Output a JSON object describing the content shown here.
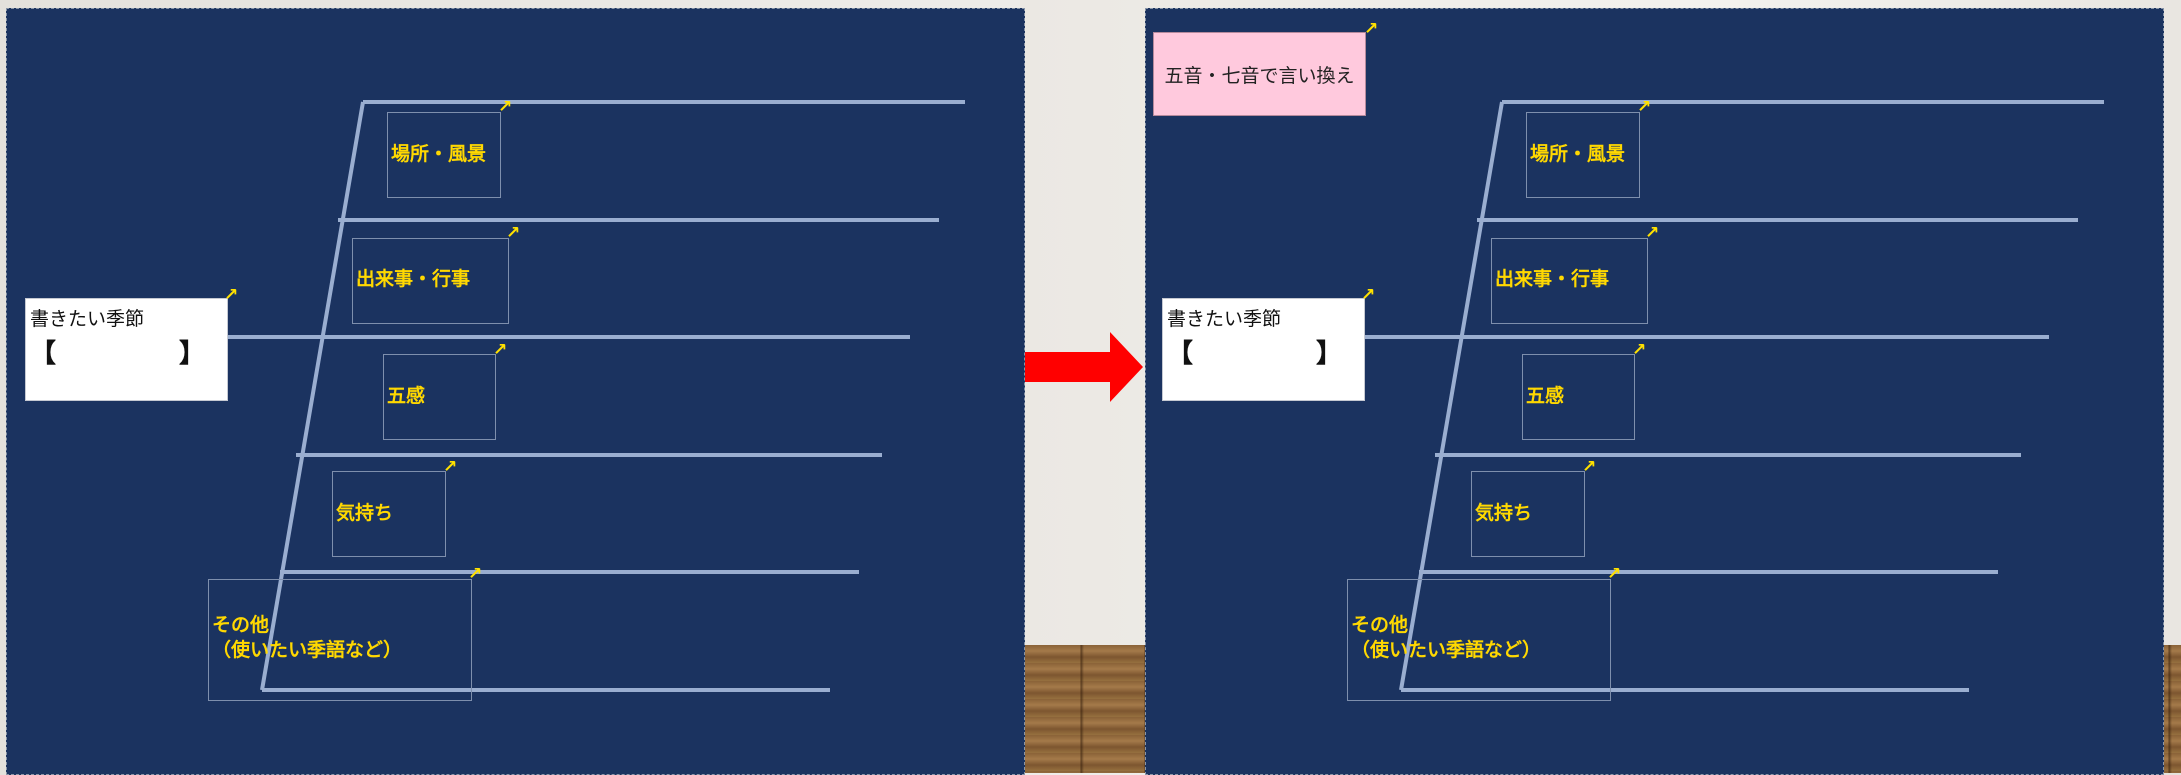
{
  "slides": [
    {
      "season": {
        "title": "書きたい季節",
        "left_bracket": "【",
        "right_bracket": "】"
      },
      "categories": [
        {
          "label": "場所・風景"
        },
        {
          "label": "出来事・行事"
        },
        {
          "label": "五感"
        },
        {
          "label": "気持ち"
        },
        {
          "label_line1": "その他",
          "label_line2": "（使いたい季語など）"
        }
      ]
    },
    {
      "note": "五音・七音で言い換え",
      "season": {
        "title": "書きたい季節",
        "left_bracket": "【",
        "right_bracket": "】"
      },
      "categories": [
        {
          "label": "場所・風景"
        },
        {
          "label": "出来事・行事"
        },
        {
          "label": "五感"
        },
        {
          "label": "気持ち"
        },
        {
          "label_line1": "その他",
          "label_line2": "（使いたい季語など）"
        }
      ]
    }
  ],
  "colors": {
    "slide_background": "#1b3360",
    "lines": "#9aaed0",
    "label_text": "#ffd800",
    "arrow": "#ff0000",
    "note_background": "#ffc9dd"
  },
  "icons": {
    "corner_marker": "north-east-arrow-icon",
    "transition": "right-arrow-icon"
  }
}
